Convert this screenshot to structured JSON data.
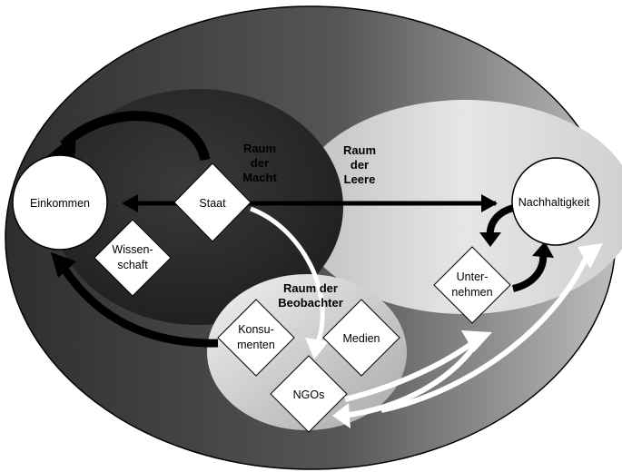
{
  "nodes": {
    "einkommen": "Einkommen",
    "nachhaltigkeit": "Nachhaltigkeit",
    "staat": "Staat",
    "wissenschaft": [
      "Wissen-",
      "schaft"
    ],
    "unternehmen": [
      "Unter-",
      "nehmen"
    ],
    "konsumenten": [
      "Konsu-",
      "menten"
    ],
    "medien": "Medien",
    "ngos": "NGOs"
  },
  "regions": {
    "macht": [
      "Raum",
      "der",
      "Macht"
    ],
    "leere": [
      "Raum",
      "der",
      "Leere"
    ],
    "beobachter": [
      "Raum der",
      "Beobachter"
    ]
  }
}
